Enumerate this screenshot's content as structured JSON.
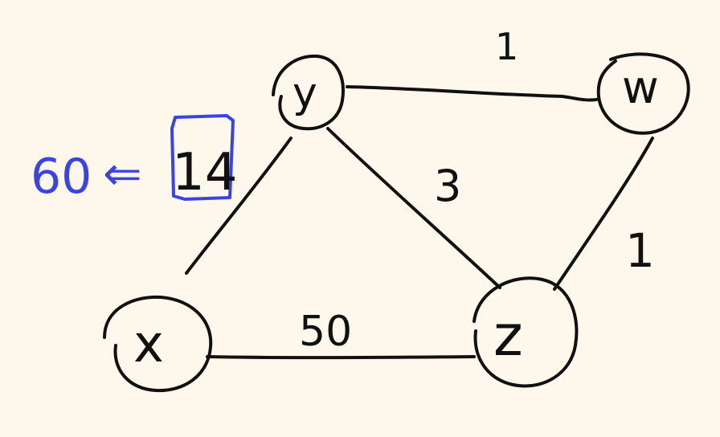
{
  "colors": {
    "background": "#fdf8eb",
    "ink": "#111111",
    "annotation": "#3b43e6"
  },
  "nodes": {
    "y": "y",
    "w": "w",
    "x": "x",
    "z": "z"
  },
  "edges": {
    "y_w": "1",
    "y_z": "3",
    "w_z": "1",
    "x_z": "50",
    "x_y": "14"
  },
  "annotation": {
    "value": "60",
    "arrow": "⇐"
  }
}
